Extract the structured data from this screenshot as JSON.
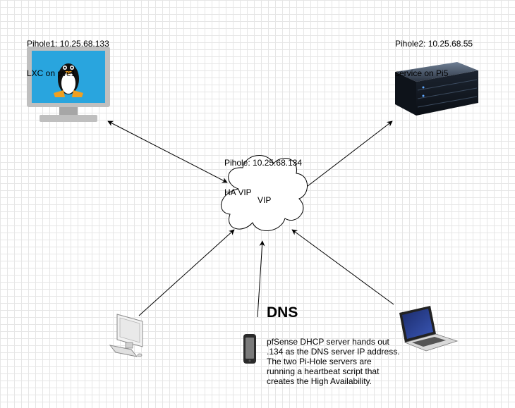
{
  "nodes": {
    "pihole1": {
      "line1": "Pihole1: 10.25.68.133",
      "line2": "LXC on pve1"
    },
    "pihole2": {
      "line1": "Pihole2: 10.25.68.55",
      "line2": "service on Pi5"
    },
    "vip": {
      "line1": "Pihole: 10.25.68.134",
      "line2": "HA VIP",
      "cloud_label": "VIP"
    }
  },
  "dns": {
    "title": "DNS",
    "description": "pfSense DHCP server hands out .134 as the DNS server IP address. The two Pi-Hole servers are running a heartbeat script that creates the High Availability."
  },
  "icons": {
    "pihole1": "linux-monitor-icon",
    "pihole2": "rack-server-icon",
    "desktop": "desktop-computer-icon",
    "phone": "mobile-phone-icon",
    "laptop": "laptop-icon"
  },
  "colors": {
    "monitor_frame": "#bfbfbf",
    "monitor_screen": "#29a5de",
    "connector": "#000000"
  }
}
